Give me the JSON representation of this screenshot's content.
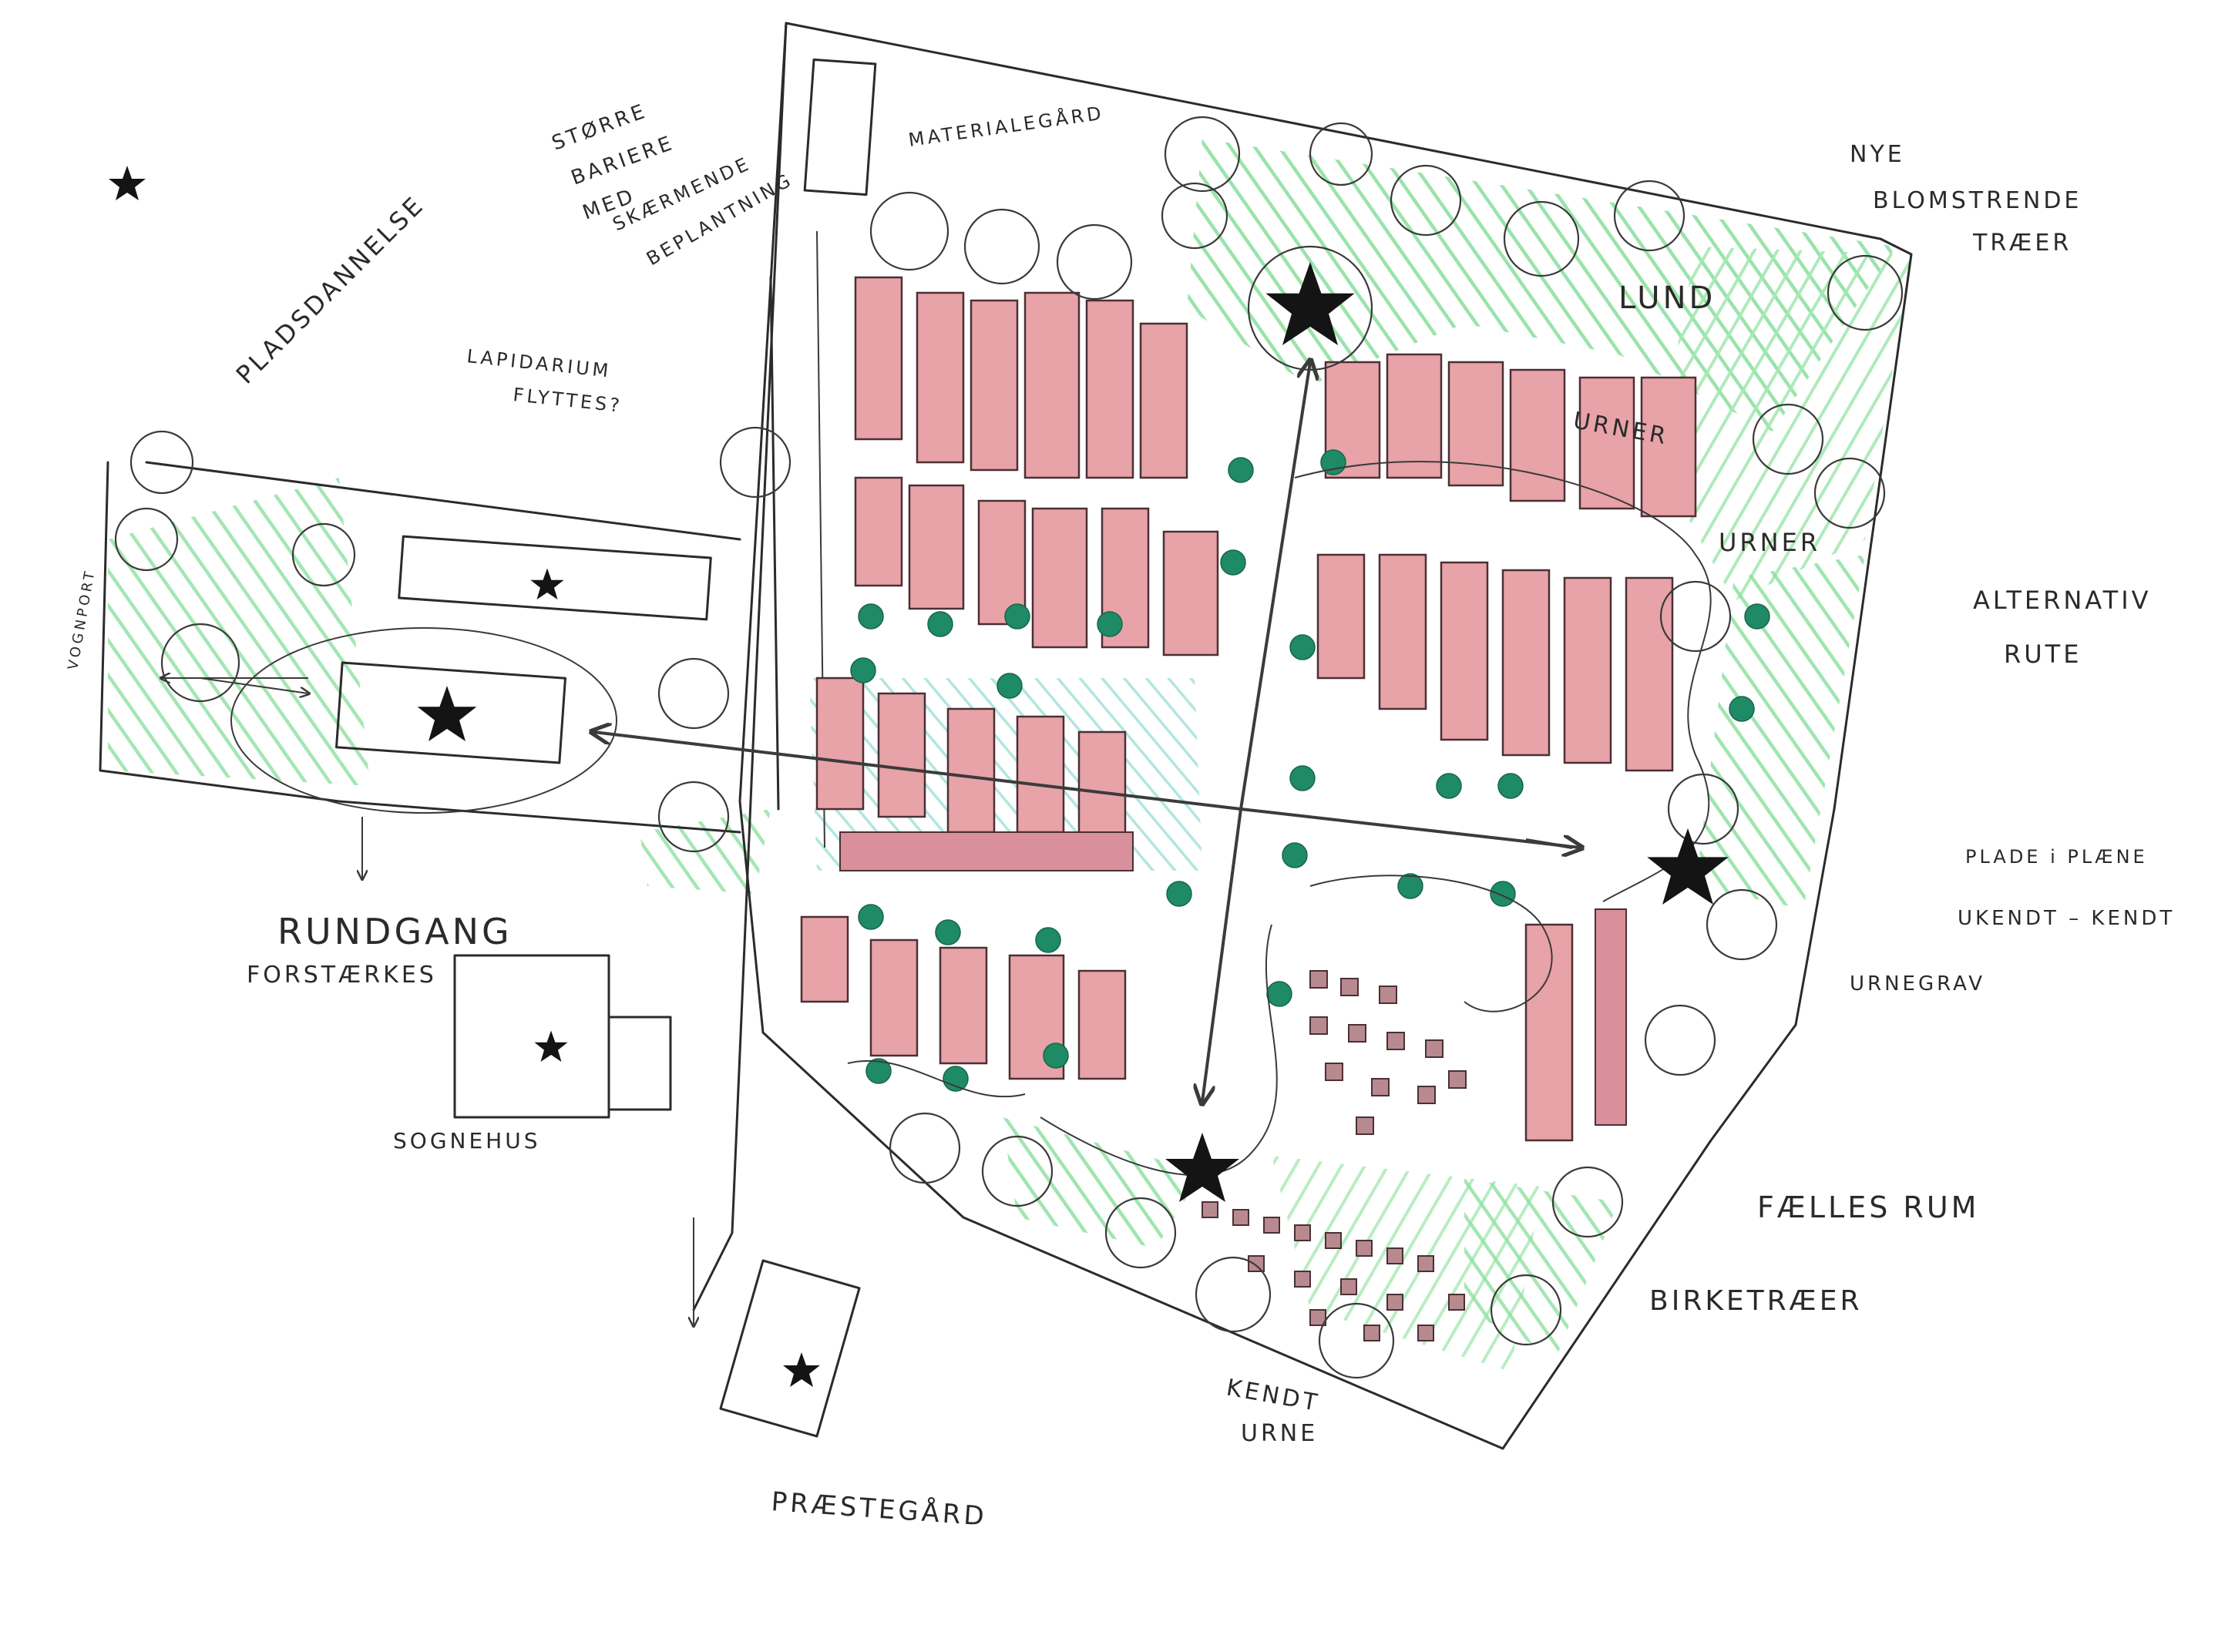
{
  "palette": {
    "ink": "#2b2b2b",
    "grave_fill": "#e8a3a8",
    "grass": "#8fe0a0",
    "shrub": "#1f8a66",
    "urn_graves": "#a77a80",
    "paper": "#ffffff"
  },
  "icons": {
    "focal_point": "star-icon",
    "tree": "circle-tree-icon",
    "shrub": "green-dot-icon",
    "path_arrow": "arrow-icon"
  },
  "labels": {
    "storre_barriere": [
      "STØRRE",
      "BARIERE",
      "MED",
      "SKÆRMENDE",
      "BEPLANTNING"
    ],
    "materialgard": "MATERIALEGÅRD",
    "pladsdannelse": "PLADSDANNELSE",
    "lapidarium": [
      "LAPIDARIUM",
      "FLYTTES?"
    ],
    "vognport": "VOGNPORT",
    "rundgang": "RUNDGANG",
    "forstaerkes": "FORSTÆRKES",
    "sognehus": "SOGNEHUS",
    "praestegard": "PRÆSTEGÅRD",
    "nye_blomstrende": [
      "NYE",
      "BLOMSTRENDE",
      "TRÆER"
    ],
    "lund": "LUND",
    "urner_top": "URNER",
    "urner_right": "URNER",
    "alternativ_rute": [
      "ALTERNATIV",
      "RUTE"
    ],
    "plade_i_plaene": [
      "PLADE  i  PLÆNE",
      "UKENDT – KENDT"
    ],
    "urnegrav": "URNEGRAV",
    "faelles_rum": "FÆLLES RUM",
    "birketraeer": "BIRKETRÆER",
    "kendt_urne": [
      "KENDT",
      "URNE"
    ]
  }
}
